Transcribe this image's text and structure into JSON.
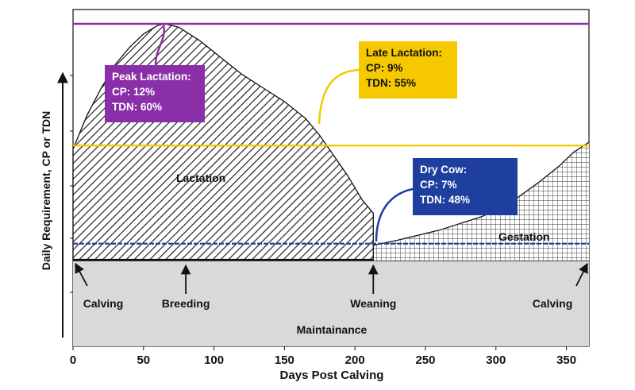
{
  "chart_data": {
    "type": "area",
    "xlabel": "Days Post Calving",
    "ylabel": "Daily Requirement, CP or TDN",
    "xlim": [
      0,
      366
    ],
    "x_ticks": [
      0,
      50,
      100,
      150,
      200,
      250,
      300,
      350
    ],
    "series": [
      {
        "name": "Maintainance",
        "x": [
          0,
          366
        ],
        "y": [
          0.3,
          0.3
        ]
      },
      {
        "name": "Lactation",
        "x": [
          0,
          10,
          20,
          30,
          40,
          50,
          60,
          65,
          75,
          90,
          105,
          120,
          135,
          150,
          165,
          175,
          185,
          195,
          205,
          213,
          213
        ],
        "y": [
          0.63,
          0.73,
          0.81,
          0.88,
          0.93,
          0.97,
          0.995,
          1.0,
          0.99,
          0.95,
          0.9,
          0.85,
          0.81,
          0.77,
          0.72,
          0.67,
          0.61,
          0.55,
          0.48,
          0.44,
          0.3
        ]
      },
      {
        "name": "Gestation",
        "x": [
          95,
          130,
          180,
          213,
          230,
          260,
          290,
          310,
          330,
          345,
          355,
          366
        ],
        "y": [
          0.3,
          0.315,
          0.335,
          0.345,
          0.36,
          0.39,
          0.43,
          0.47,
          0.53,
          0.58,
          0.62,
          0.65
        ]
      }
    ],
    "reference_lines": [
      {
        "label": "Peak Lactation",
        "cp": "CP: 12%",
        "tdn": "TDN: 60%",
        "y": 1.0,
        "color": "#8B2FA8"
      },
      {
        "label": "Late Lactation",
        "cp": "CP: 9%",
        "tdn": "TDN: 55%",
        "y": 0.64,
        "color": "#F5C800"
      },
      {
        "label": "Dry Cow",
        "cp": "CP: 7%",
        "tdn": "TDN: 48%",
        "y": 0.35,
        "color": "#1E3F9E"
      }
    ],
    "events": [
      {
        "label": "Calving",
        "x": 0
      },
      {
        "label": "Breeding",
        "x": 80
      },
      {
        "label": "Weaning",
        "x": 213
      },
      {
        "label": "Calving",
        "x": 366
      }
    ],
    "area_labels": {
      "lactation": "Lactation",
      "gestation": "Gestation",
      "maintenance": "Maintainance"
    },
    "grid": false
  }
}
